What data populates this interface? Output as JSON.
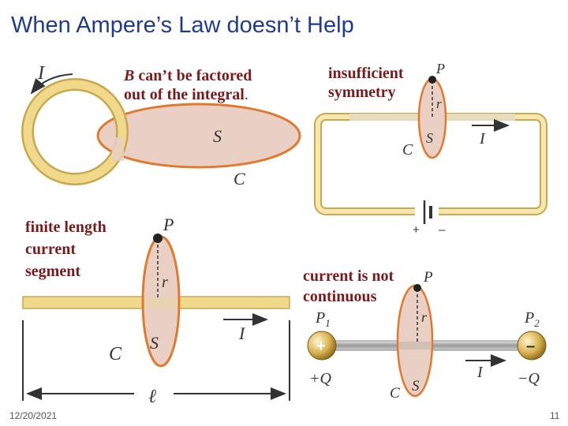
{
  "title": "When Ampere’s Law doesn’t Help",
  "captions": {
    "b_factored_b": "B",
    "b_factored_rest": " can’t be factored",
    "b_factored_line2": "out of the integral",
    "b_factored_dot": ".",
    "insufficient_line1": "insufficient",
    "insufficient_line2": "symmetry",
    "finite_line1": "finite length",
    "finite_line2": "current",
    "finite_line3": "segment",
    "noncont_line1": "current is not",
    "noncont_line2": "continuous"
  },
  "labels": {
    "ring_current": "I",
    "ring_surface": "S",
    "ring_curve": "C",
    "circuit_point": "P",
    "circuit_r": "r",
    "circuit_surface": "S",
    "circuit_curve": "C",
    "circuit_current": "I",
    "battery_plus": "+",
    "battery_minus": "–",
    "seg_point": "P",
    "seg_r": "r",
    "seg_surface": "S",
    "seg_curve": "C",
    "seg_current": "I",
    "seg_length": "ℓ",
    "cap_point": "P",
    "cap_r": "r",
    "cap_p1": "P",
    "cap_p1_sub": "1",
    "cap_p2": "P",
    "cap_p2_sub": "2",
    "cap_plus_sign": "+",
    "cap_minus_sign": "–",
    "cap_plus_q": "+Q",
    "cap_minus_q": "−Q",
    "cap_current": "I",
    "cap_surface": "S",
    "cap_curve": "C"
  },
  "footer": {
    "date": "12/20/2021",
    "page": "11"
  },
  "colors": {
    "wire": "#f0d98a",
    "wire_edge": "#c9a84c",
    "surface": "#e9cfc4",
    "surface_edge": "#e07a2e",
    "title": "#1f3b8f",
    "caption": "#7a1a1a"
  }
}
